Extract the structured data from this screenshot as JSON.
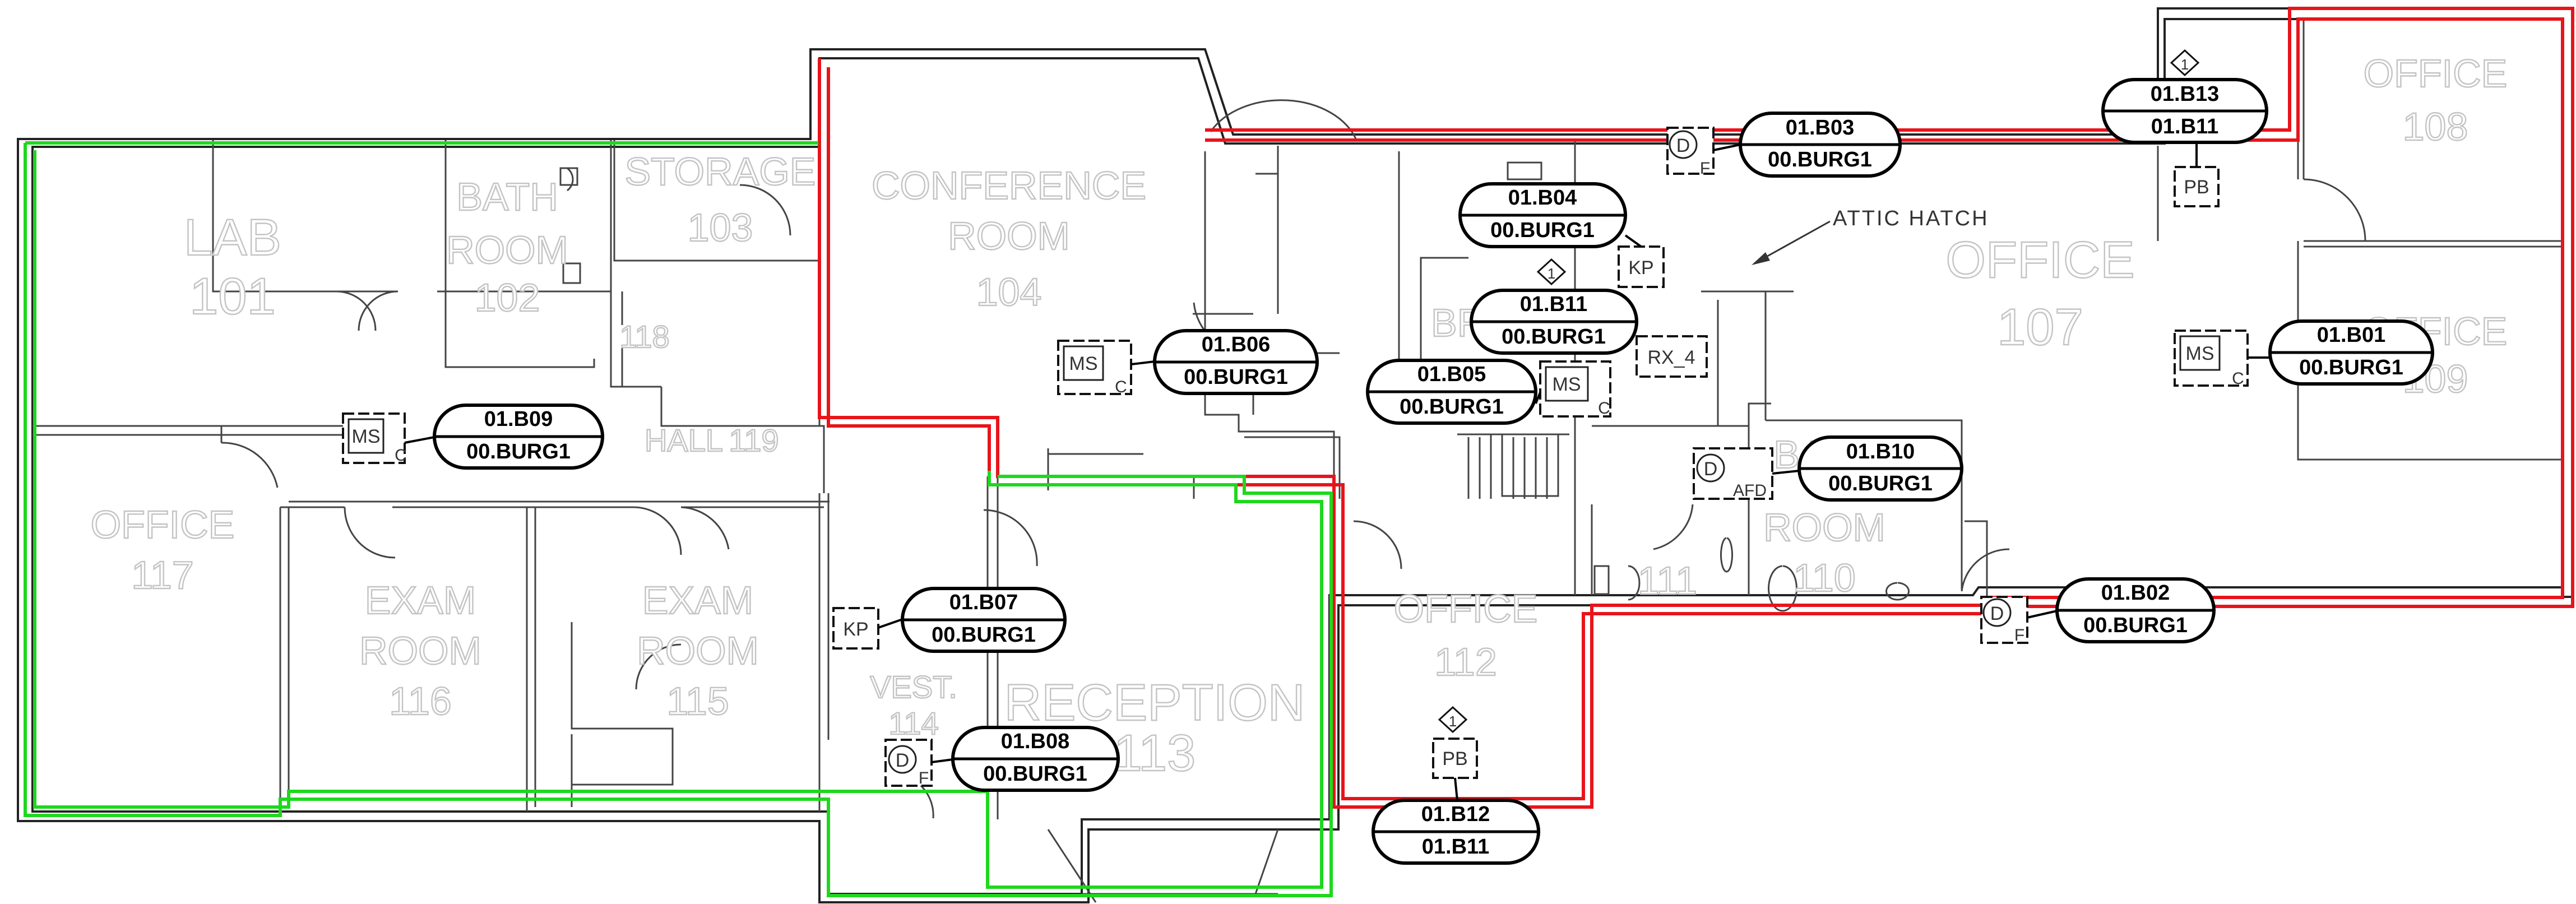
{
  "colors": {
    "red_route": "#e8141b",
    "green_route": "#1ed81e",
    "wall": "#222222",
    "room_label": "#c4c4c4"
  },
  "rooms": [
    {
      "name": "LAB",
      "number": "101"
    },
    {
      "name": "BATH",
      "name2": "ROOM",
      "number": "102"
    },
    {
      "name": "STORAGE",
      "number": "103"
    },
    {
      "name": "CONFERENCE",
      "name2": "ROOM",
      "number": "104"
    },
    {
      "name": "OFFICE",
      "number": "107"
    },
    {
      "name": "OFFICE",
      "number": "108"
    },
    {
      "name": "OFFICE",
      "number": "109"
    },
    {
      "name": "BATH",
      "name2": "ROOM",
      "number": "110"
    },
    {
      "name": "",
      "number": "111"
    },
    {
      "name": "OFFICE",
      "number": "112"
    },
    {
      "name": "RECEPTION",
      "number": "113"
    },
    {
      "name": "VEST.",
      "number": "114"
    },
    {
      "name": "EXAM",
      "name2": "ROOM",
      "number": "115"
    },
    {
      "name": "EXAM",
      "name2": "ROOM",
      "number": "116"
    },
    {
      "name": "OFFICE",
      "number": "117"
    },
    {
      "name": "",
      "number": "118"
    },
    {
      "name": "HALL",
      "number": "119"
    },
    {
      "name": "BRE",
      "number": ""
    }
  ],
  "annotations": {
    "attic_hatch": "ATTIC HATCH"
  },
  "devices": [
    {
      "type": "D",
      "suffix": "F"
    },
    {
      "type": "D",
      "suffix": "F"
    },
    {
      "type": "D",
      "suffix": "F"
    },
    {
      "type": "D",
      "suffix": "AFD"
    },
    {
      "type": "PB",
      "suffix": ""
    },
    {
      "type": "PB",
      "suffix": ""
    },
    {
      "type": "MS",
      "suffix": "C"
    },
    {
      "type": "MS",
      "suffix": "C"
    },
    {
      "type": "MS",
      "suffix": "C"
    },
    {
      "type": "MS",
      "suffix": "C"
    },
    {
      "type": "KP",
      "suffix": ""
    },
    {
      "type": "KP",
      "suffix": ""
    },
    {
      "type": "RX_4",
      "suffix": ""
    }
  ],
  "revision_marker": "1",
  "tags": [
    {
      "top": "01.B01",
      "bottom": "00.BURG1"
    },
    {
      "top": "01.B02",
      "bottom": "00.BURG1"
    },
    {
      "top": "01.B03",
      "bottom": "00.BURG1"
    },
    {
      "top": "01.B04",
      "bottom": "00.BURG1"
    },
    {
      "top": "01.B05",
      "bottom": "00.BURG1"
    },
    {
      "top": "01.B06",
      "bottom": "00.BURG1"
    },
    {
      "top": "01.B07",
      "bottom": "00.BURG1"
    },
    {
      "top": "01.B08",
      "bottom": "00.BURG1"
    },
    {
      "top": "01.B09",
      "bottom": "00.BURG1"
    },
    {
      "top": "01.B10",
      "bottom": "00.BURG1"
    },
    {
      "top": "01.B11",
      "bottom": "00.BURG1"
    },
    {
      "top": "01.B12",
      "bottom": "01.B11"
    },
    {
      "top": "01.B13",
      "bottom": "01.B11"
    }
  ]
}
